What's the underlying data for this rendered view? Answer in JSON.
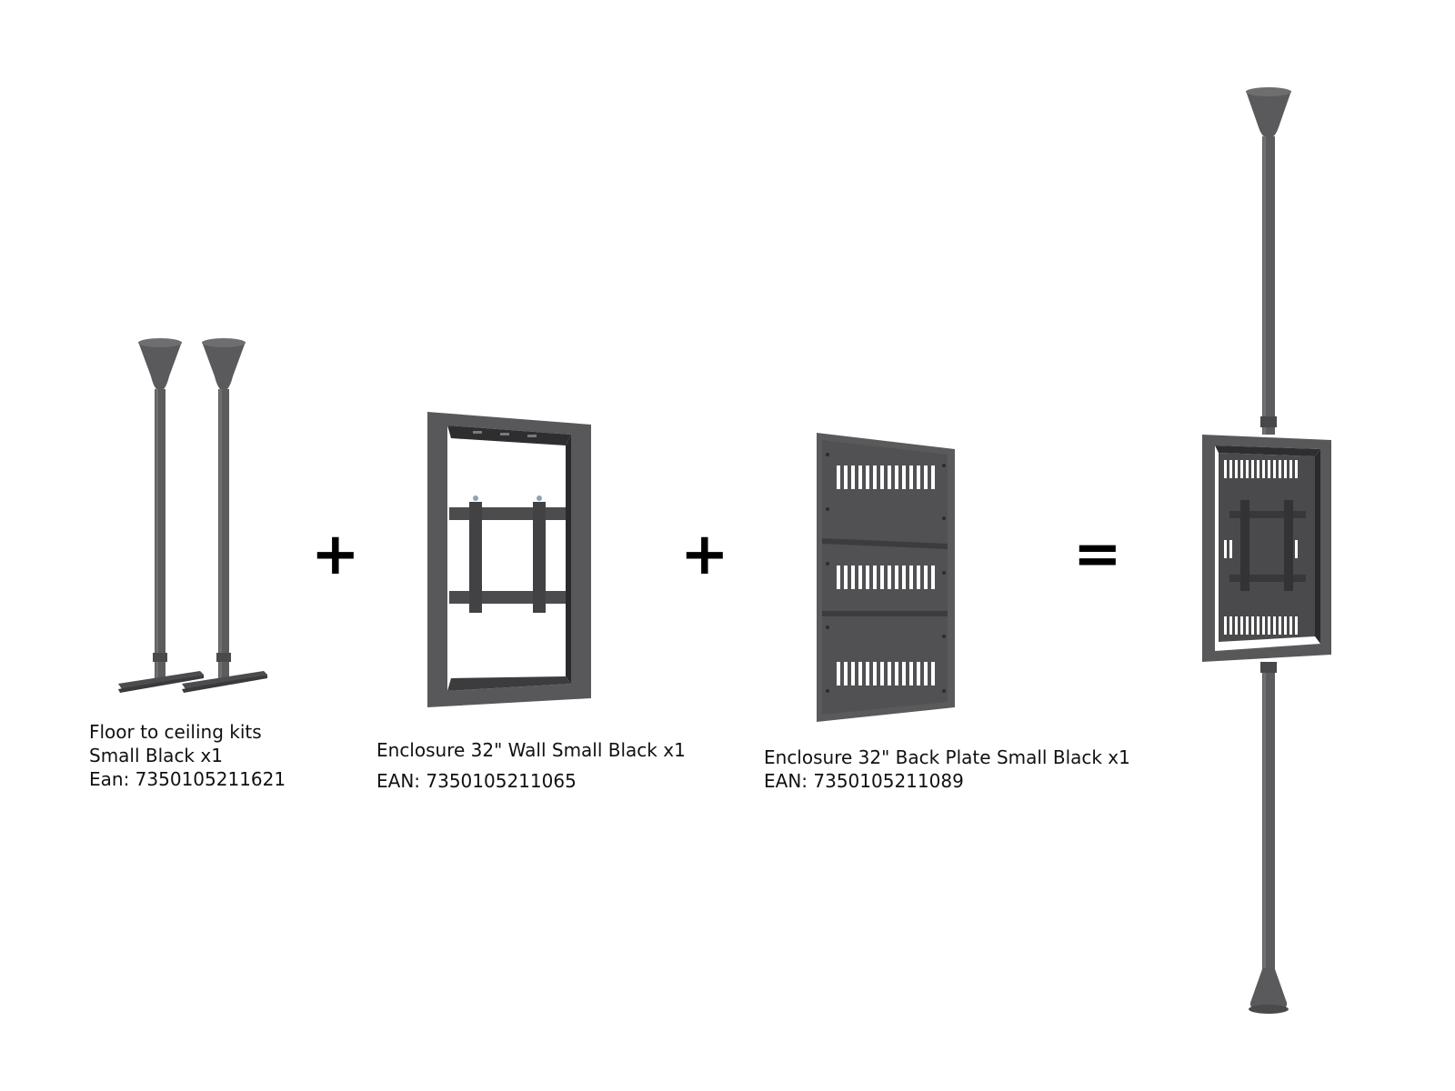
{
  "colors": {
    "background": "#ffffff",
    "metal": "#58585a",
    "metal_dark": "#3a3a3c",
    "metal_light": "#6e6e70",
    "text": "#111111"
  },
  "operators": {
    "plus_1": "+",
    "plus_2": "+",
    "equals": "="
  },
  "products": [
    {
      "name_line_1": "Floor to ceiling kits",
      "name_line_2": "Small Black x1",
      "ean": "Ean: 7350105211621"
    },
    {
      "name_line_1": "Enclosure 32\" Wall Small Black x1",
      "ean": "EAN: 7350105211065"
    },
    {
      "name_line_1": "Enclosure 32\" Back Plate Small Black x1",
      "ean": "EAN: 7350105211089"
    }
  ],
  "icons": {
    "floor_to_ceiling_kit": "floor-ceiling-poles-icon",
    "enclosure_wall": "enclosure-frame-icon",
    "back_plate": "back-plate-icon",
    "assembled": "assembled-stand-icon"
  }
}
